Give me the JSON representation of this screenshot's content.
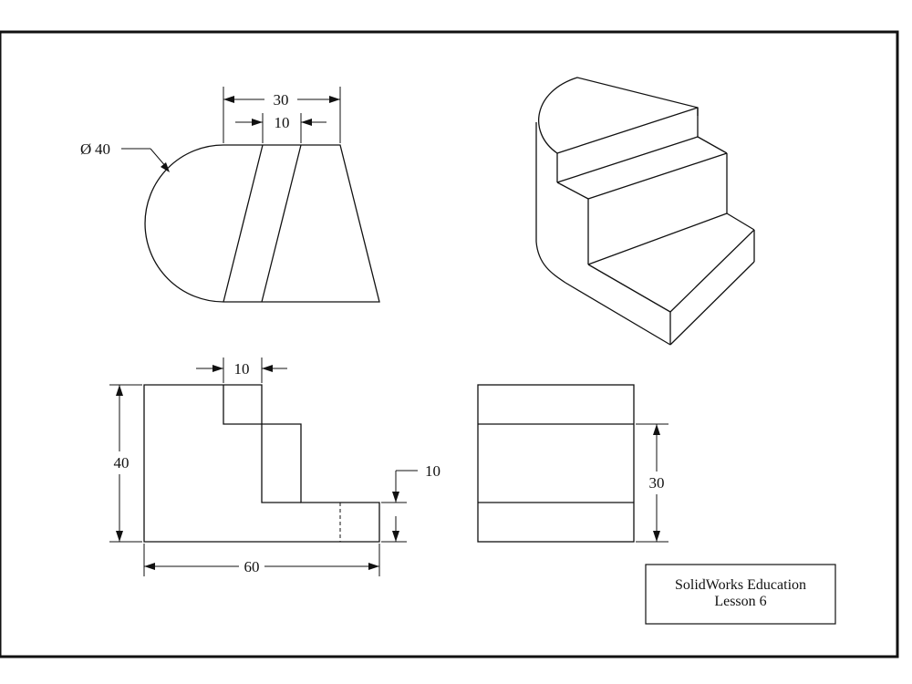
{
  "drawing": {
    "title_block": {
      "line1": "SolidWorks Education",
      "line2": "Lesson 6"
    },
    "top_view": {
      "diameter_symbol": "Ø",
      "diameter_value": "40",
      "width_overall": "30",
      "slot_width": "10"
    },
    "front_view": {
      "step_width": "10",
      "height": "40",
      "length": "60",
      "base_height": "10"
    },
    "side_view": {
      "middle_height": "30"
    }
  }
}
